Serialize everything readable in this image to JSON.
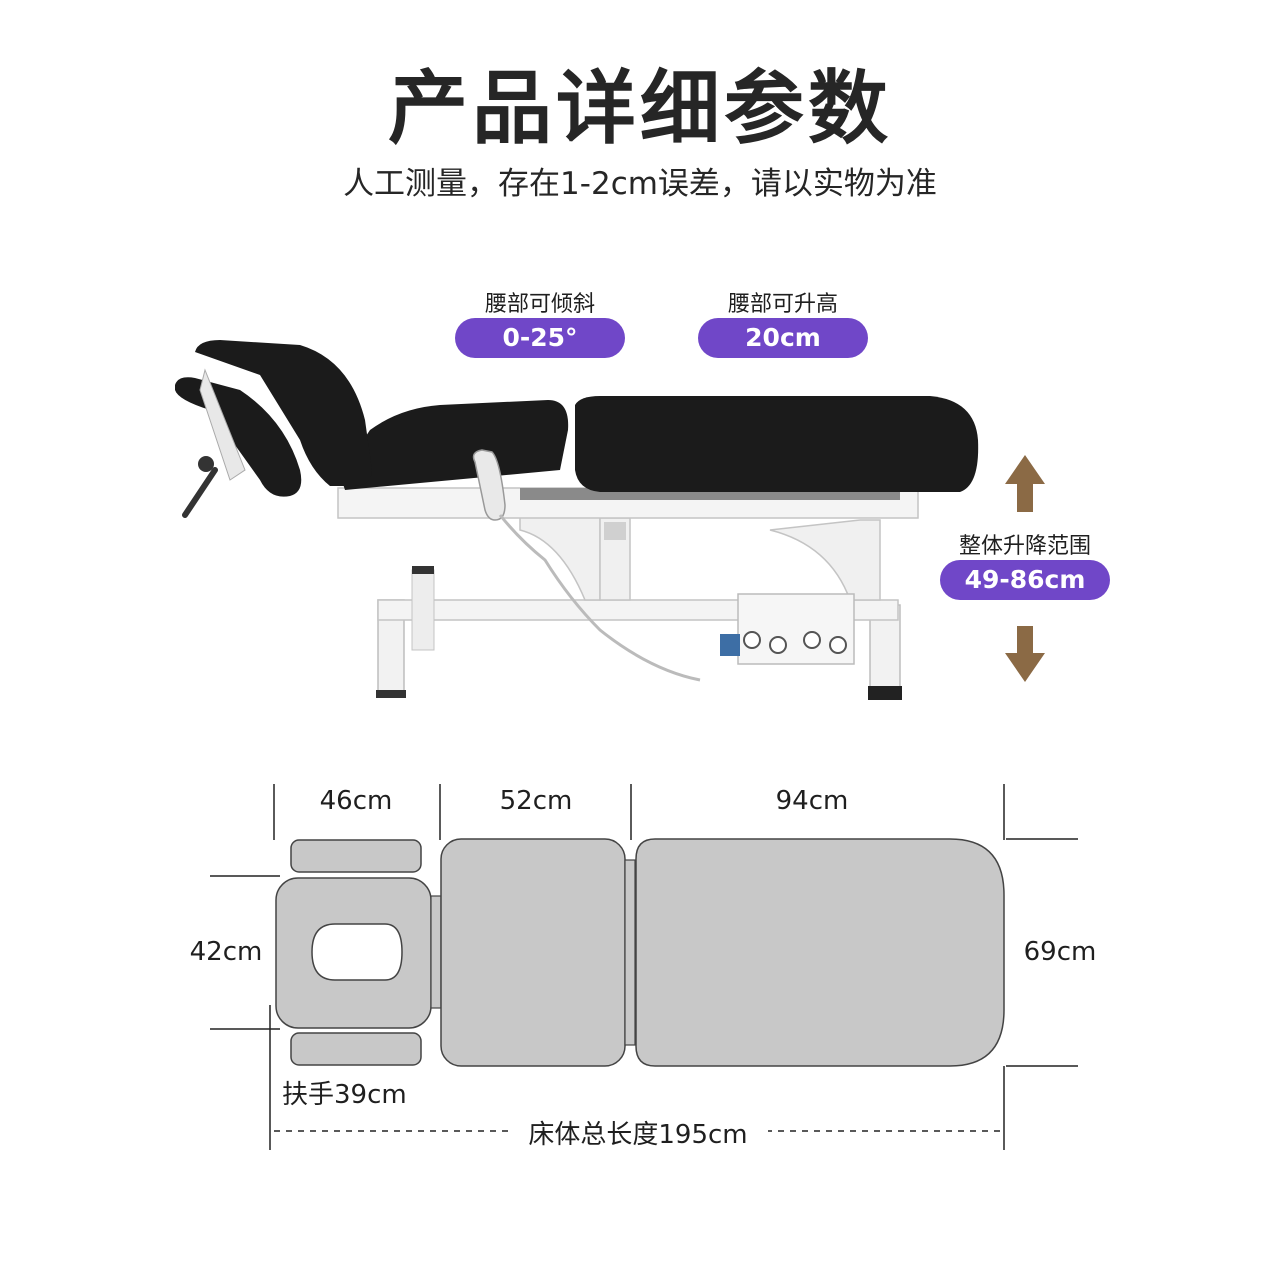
{
  "header": {
    "title": "产品详细参数",
    "subtitle": "人工测量，存在1-2cm误差，请以实物为准"
  },
  "specs": {
    "tilt": {
      "label": "腰部可倾斜",
      "value": "0-25°"
    },
    "raise": {
      "label": "腰部可升高",
      "value": "20cm"
    },
    "lift": {
      "label": "整体升降范围",
      "value": "49-86cm"
    }
  },
  "dimensions": {
    "head_length": "46cm",
    "middle_length": "52cm",
    "back_length": "94cm",
    "head_width": "42cm",
    "body_width": "69cm",
    "armrest": "扶手39cm",
    "total_length": "床体总长度195cm"
  },
  "colors": {
    "accent": "#7047c8",
    "arrow": "#8b6a45",
    "cushion": "#1b1b1b",
    "frame": "#f2f2f2",
    "plan_fill": "#c8c8c8"
  }
}
